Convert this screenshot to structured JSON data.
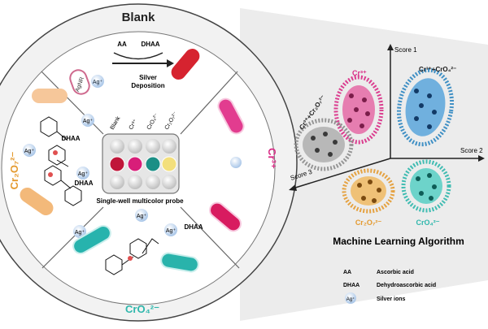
{
  "circle": {
    "top_label": "Blank",
    "left_label": "Cr₂O₇²⁻",
    "right_label": "Cr³⁺",
    "bottom_label": "CrO₄²⁻"
  },
  "top_panel": {
    "aa": "AA",
    "dhaa": "DHAA",
    "agnr": "AgNR",
    "agplus": "Ag⁺",
    "silver_deposition_1": "Silver",
    "silver_deposition_2": "Deposition"
  },
  "left_panel": {
    "dhaa_1": "DHAA",
    "dhaa_2": "DHAA",
    "agplus": "Ag⁺"
  },
  "bottom_panel": {
    "dhaa": "DHAA",
    "agplus": "Ag⁺"
  },
  "probe": {
    "columns": [
      "Blank",
      "Cr³⁺",
      "CrO₄²⁻",
      "Cr₂O₇²⁻"
    ],
    "caption": "Single-well multicolor probe",
    "middle_row_colors": [
      "#c0163a",
      "#d81e79",
      "#1b8f86",
      "#f3df7c"
    ]
  },
  "plot": {
    "axis1": "Score 1",
    "axis2": "Score 2",
    "axis3": "Score 3",
    "clusters": [
      {
        "label": "Cr³⁺",
        "color": "#d92c86"
      },
      {
        "label": "Cr³⁺+CrO₄²⁻",
        "color": "#2e86c1"
      },
      {
        "label": "Cr³⁺+Cr₂O₇²⁻",
        "color": "#8c8c8c"
      },
      {
        "label": "Cr₂O₇²⁻",
        "color": "#e49a2f"
      },
      {
        "label": "CrO₄²⁻",
        "color": "#2fb7ac"
      }
    ],
    "title": "Machine Learning Algorithm"
  },
  "legend": [
    {
      "abbr": "AA",
      "text": "Ascorbic acid"
    },
    {
      "abbr": "DHAA",
      "text": "Dehydroascorbic acid"
    },
    {
      "abbr": "Ag⁺",
      "text": "Silver ions"
    }
  ]
}
